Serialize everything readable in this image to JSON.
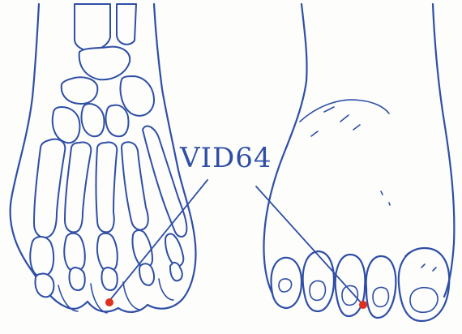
{
  "label": "VID64",
  "colors": {
    "ink": "#2f4fa6",
    "point": "#e0301e",
    "paper": "#fdfdfb"
  },
  "figures": [
    "foot-skeleton-dorsal",
    "foot-outline-dorsal"
  ],
  "points": [
    "point-on-skeleton",
    "point-on-foot"
  ]
}
